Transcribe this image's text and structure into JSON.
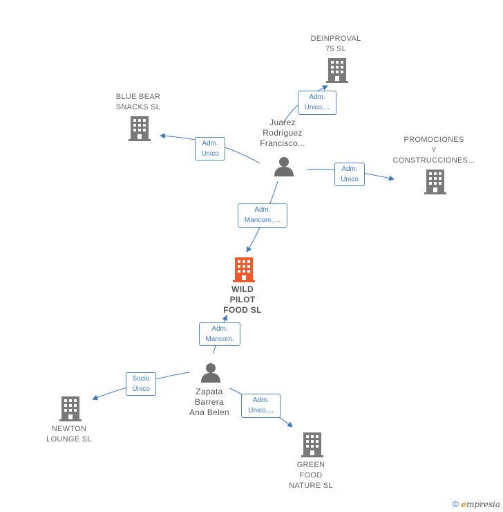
{
  "nodes": {
    "deinproval": {
      "lines": [
        "DEINPROVAL",
        "75 SL"
      ],
      "kind": "company"
    },
    "blue_bear": {
      "lines": [
        "BLUE BEAR",
        "SNACKS SL"
      ],
      "kind": "company"
    },
    "promociones": {
      "lines": [
        "PROMOCIONES",
        "Y",
        "CONSTRUCCIONES..."
      ],
      "kind": "company"
    },
    "juarez": {
      "lines": [
        "Juarez",
        "Rodriguez",
        "Francisco..."
      ],
      "kind": "person"
    },
    "wild_pilot": {
      "lines": [
        "WILD",
        "PILOT",
        "FOOD  SL"
      ],
      "kind": "focus"
    },
    "zapata": {
      "lines": [
        "Zapata",
        "Barrera",
        "Ana Belen"
      ],
      "kind": "person"
    },
    "newton": {
      "lines": [
        "NEWTON",
        "LOUNGE  SL"
      ],
      "kind": "company"
    },
    "green_food": {
      "lines": [
        "GREEN",
        "FOOD",
        "NATURE  SL"
      ],
      "kind": "company"
    }
  },
  "edges": {
    "juarez_deinproval": [
      "Adm.",
      "Unico,..."
    ],
    "juarez_bluebear": [
      "Adm.",
      "Unico"
    ],
    "juarez_promociones": [
      "Adm.",
      "Unico"
    ],
    "juarez_wildpilot": [
      "Adm.",
      "Mancom.,..."
    ],
    "zapata_wildpilot": [
      "Adm.",
      "Mancom."
    ],
    "zapata_newton": [
      "Socio",
      "Único"
    ],
    "zapata_greenfood": [
      "Adm.",
      "Unico,..."
    ]
  },
  "colors": {
    "edge": "#3a78c8",
    "company_icon": "#7a7a7a",
    "focus_icon": "#f05a28",
    "person_icon": "#6e6e6e"
  },
  "footer": {
    "copyright": "©",
    "brand_initial": "e",
    "brand_rest": "mpresia"
  }
}
